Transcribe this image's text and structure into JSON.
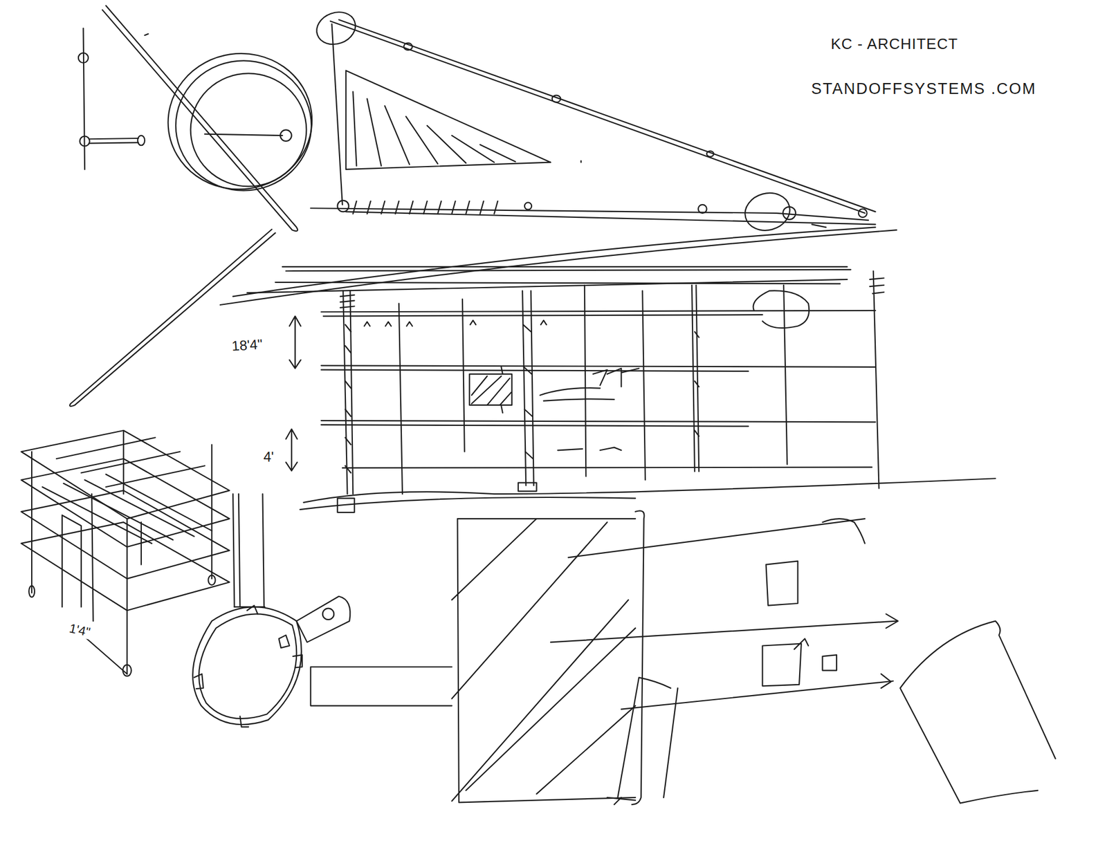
{
  "diagram": {
    "labels": [
      "KC - ARCHITECT",
      "STANDOFFSYSTEMS .COM",
      "18'4\"",
      "4'",
      "1'4\""
    ]
  }
}
